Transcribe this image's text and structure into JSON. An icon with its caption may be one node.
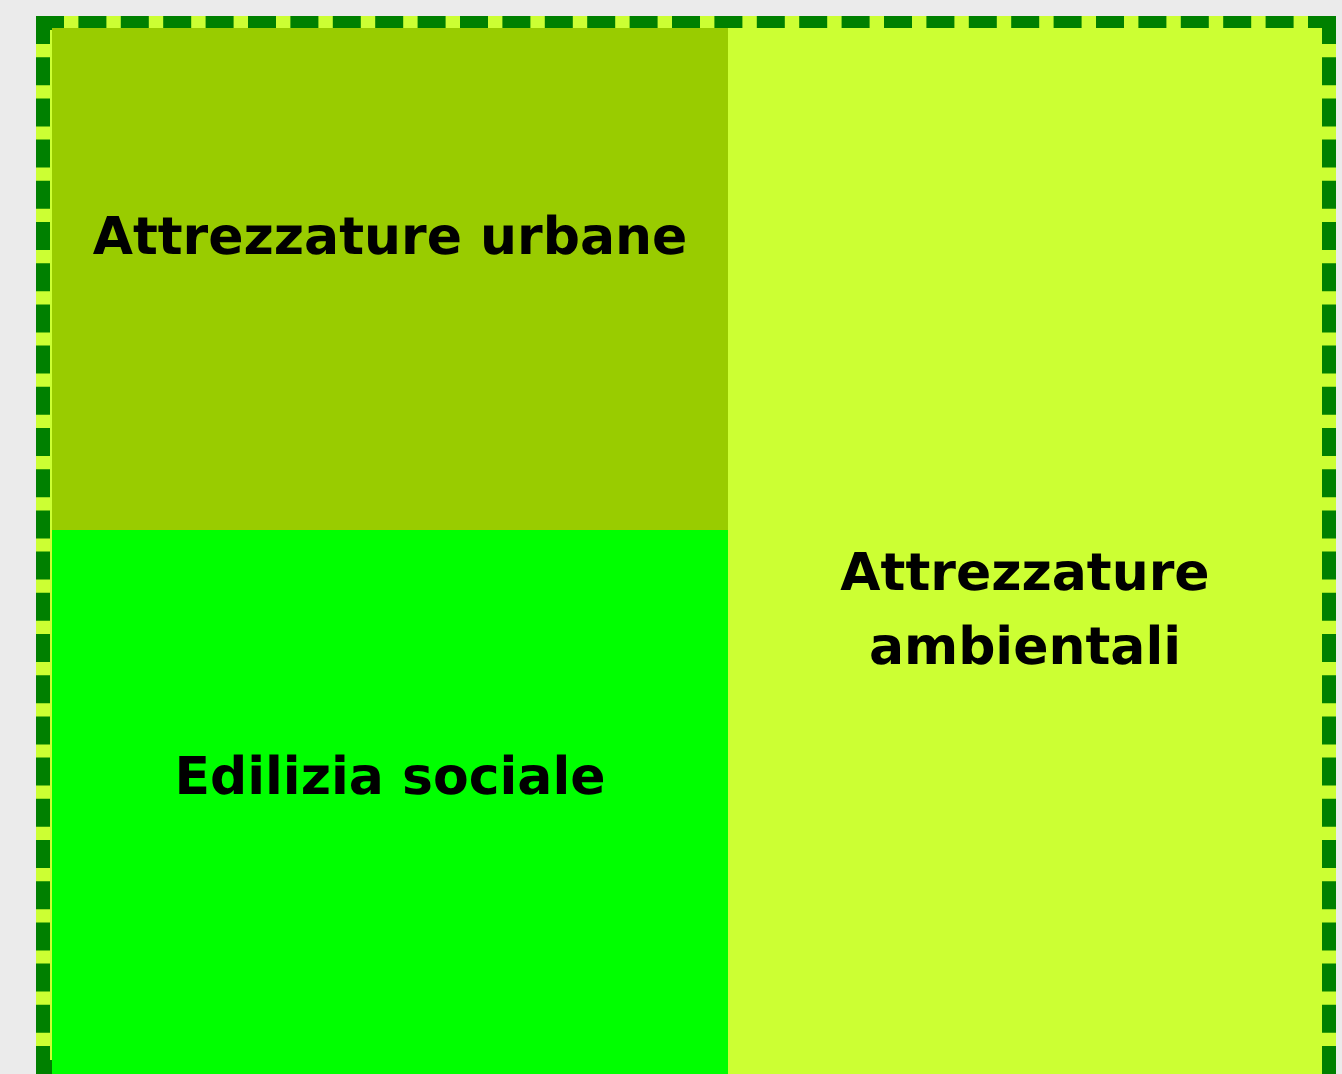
{
  "diagram": {
    "nodes": [
      {
        "text": [],
        "shape": "box"
      },
      {
        "text": [
          "Attrezzature urbane"
        ],
        "in": 0
      },
      {
        "text": [
          "Edilizia sociale"
        ],
        "in": 0
      },
      {
        "text": [
          "Attrezzature ambientali"
        ],
        "in": 0
      }
    ]
  }
}
